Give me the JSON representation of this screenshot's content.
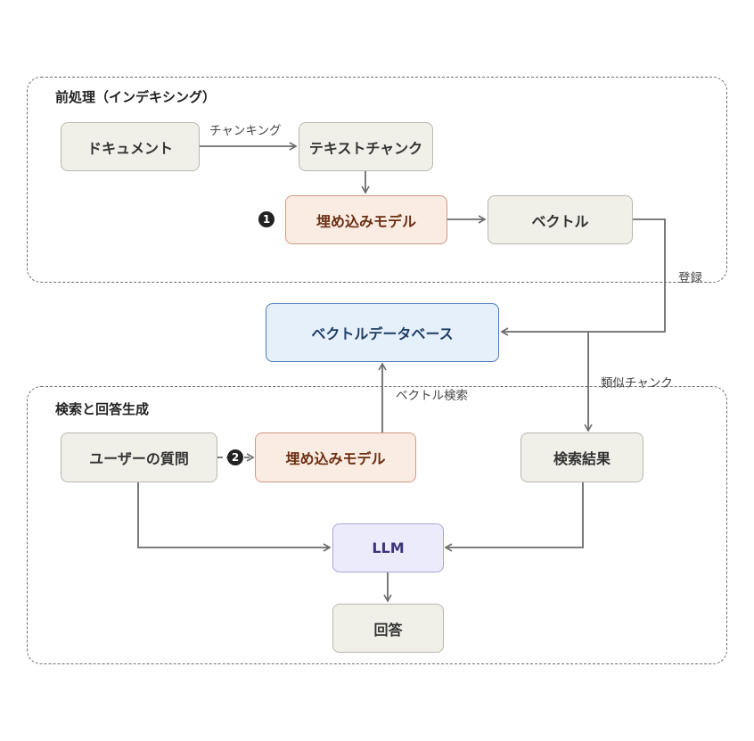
{
  "groups": {
    "preprocess": "前処理（インデキシング）",
    "search": "検索と回答生成"
  },
  "nodes": {
    "document": "ドキュメント",
    "text_chunk": "テキストチャンク",
    "embed_model_1": "埋め込みモデル",
    "vector": "ベクトル",
    "vector_db": "ベクトルデータベース",
    "user_question": "ユーザーの質問",
    "embed_model_2": "埋め込みモデル",
    "search_result": "検索結果",
    "llm": "LLM",
    "answer": "回答"
  },
  "edge_labels": {
    "chunking": "チャンキング",
    "register": "登録",
    "vector_search": "ベクトル検索",
    "similar_chunk": "類似チャンク"
  },
  "markers": {
    "one": "1",
    "two": "2"
  },
  "colors": {
    "edge": "#6b6b6b",
    "gray_node": "#f0efe8",
    "orange_node": "#fbece3",
    "blue_node": "#e6f0fb",
    "purple_node": "#ecebfc"
  }
}
